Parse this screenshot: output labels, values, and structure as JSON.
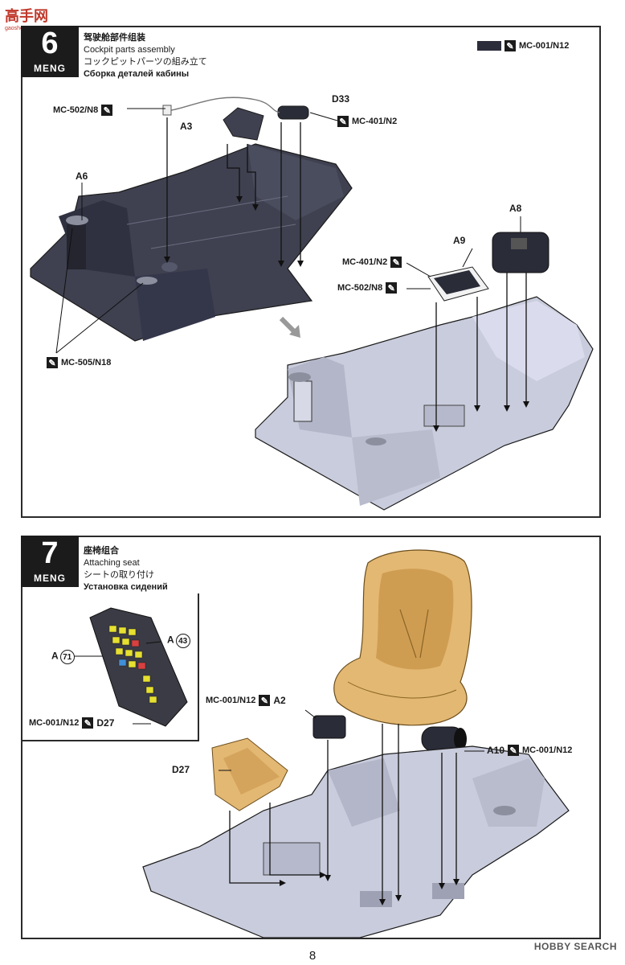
{
  "site_logo": {
    "text": "高手网",
    "sub": "gaoshou.net"
  },
  "steps": [
    {
      "number": "6",
      "brand": "MENG",
      "title_cn": "驾驶舱部件组装",
      "title_en": "Cockpit parts assembly",
      "title_jp": "コックピットパーツの組み立て",
      "title_ru": "Сборка деталей кабины",
      "paint_legend": "MC-001/N12",
      "parts": {
        "a3": "A3",
        "d33": "D33",
        "a6": "A6",
        "a9": "A9",
        "a8": "A8"
      },
      "paints": {
        "mc502_top": "MC-502/N8",
        "mc401_top": "MC-401/N2",
        "mc505": "MC-505/N18",
        "mc401_a9": "MC-401/N2",
        "mc502_a9": "MC-502/N8"
      }
    },
    {
      "number": "7",
      "brand": "MENG",
      "title_cn": "座椅组合",
      "title_en": "Attaching seat",
      "title_jp": "シートの取り付け",
      "title_ru": "Установка сидений",
      "parts": {
        "a71_prefix": "A",
        "a71_num": "71",
        "a43_prefix": "A",
        "a43_num": "43",
        "d27_inset": "D27",
        "a2": "A2",
        "d27": "D27",
        "a10": "A10"
      },
      "paints": {
        "inset_paint": "MC-001/N12",
        "a2_paint": "MC-001/N12",
        "a10_paint": "MC-001/N12"
      }
    }
  ],
  "page_number": "8",
  "watermark": "HOBBY SEARCH",
  "colors": {
    "dark_part": "#3f4150",
    "light_part": "#c9ccdc",
    "seat": "#e3b872"
  }
}
